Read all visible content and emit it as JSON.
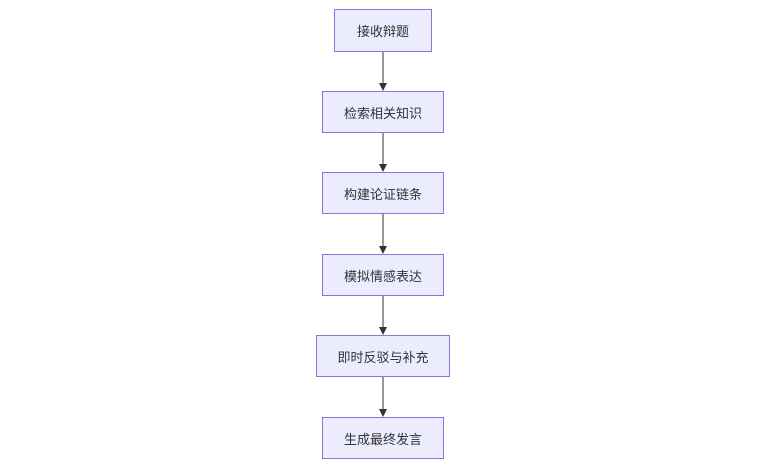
{
  "diagram": {
    "type": "flowchart",
    "direction": "top-down",
    "colors": {
      "node_fill": "#ECECFF",
      "node_border": "#9370DB",
      "text": "#333333",
      "edge": "#333333"
    },
    "nodes": [
      {
        "id": "n1",
        "label": "接收辩题"
      },
      {
        "id": "n2",
        "label": "检索相关知识"
      },
      {
        "id": "n3",
        "label": "构建论证链条"
      },
      {
        "id": "n4",
        "label": "模拟情感表达"
      },
      {
        "id": "n5",
        "label": "即时反驳与补充"
      },
      {
        "id": "n6",
        "label": "生成最终发言"
      }
    ],
    "edges": [
      {
        "from": "n1",
        "to": "n2"
      },
      {
        "from": "n2",
        "to": "n3"
      },
      {
        "from": "n3",
        "to": "n4"
      },
      {
        "from": "n4",
        "to": "n5"
      },
      {
        "from": "n5",
        "to": "n6"
      }
    ]
  }
}
